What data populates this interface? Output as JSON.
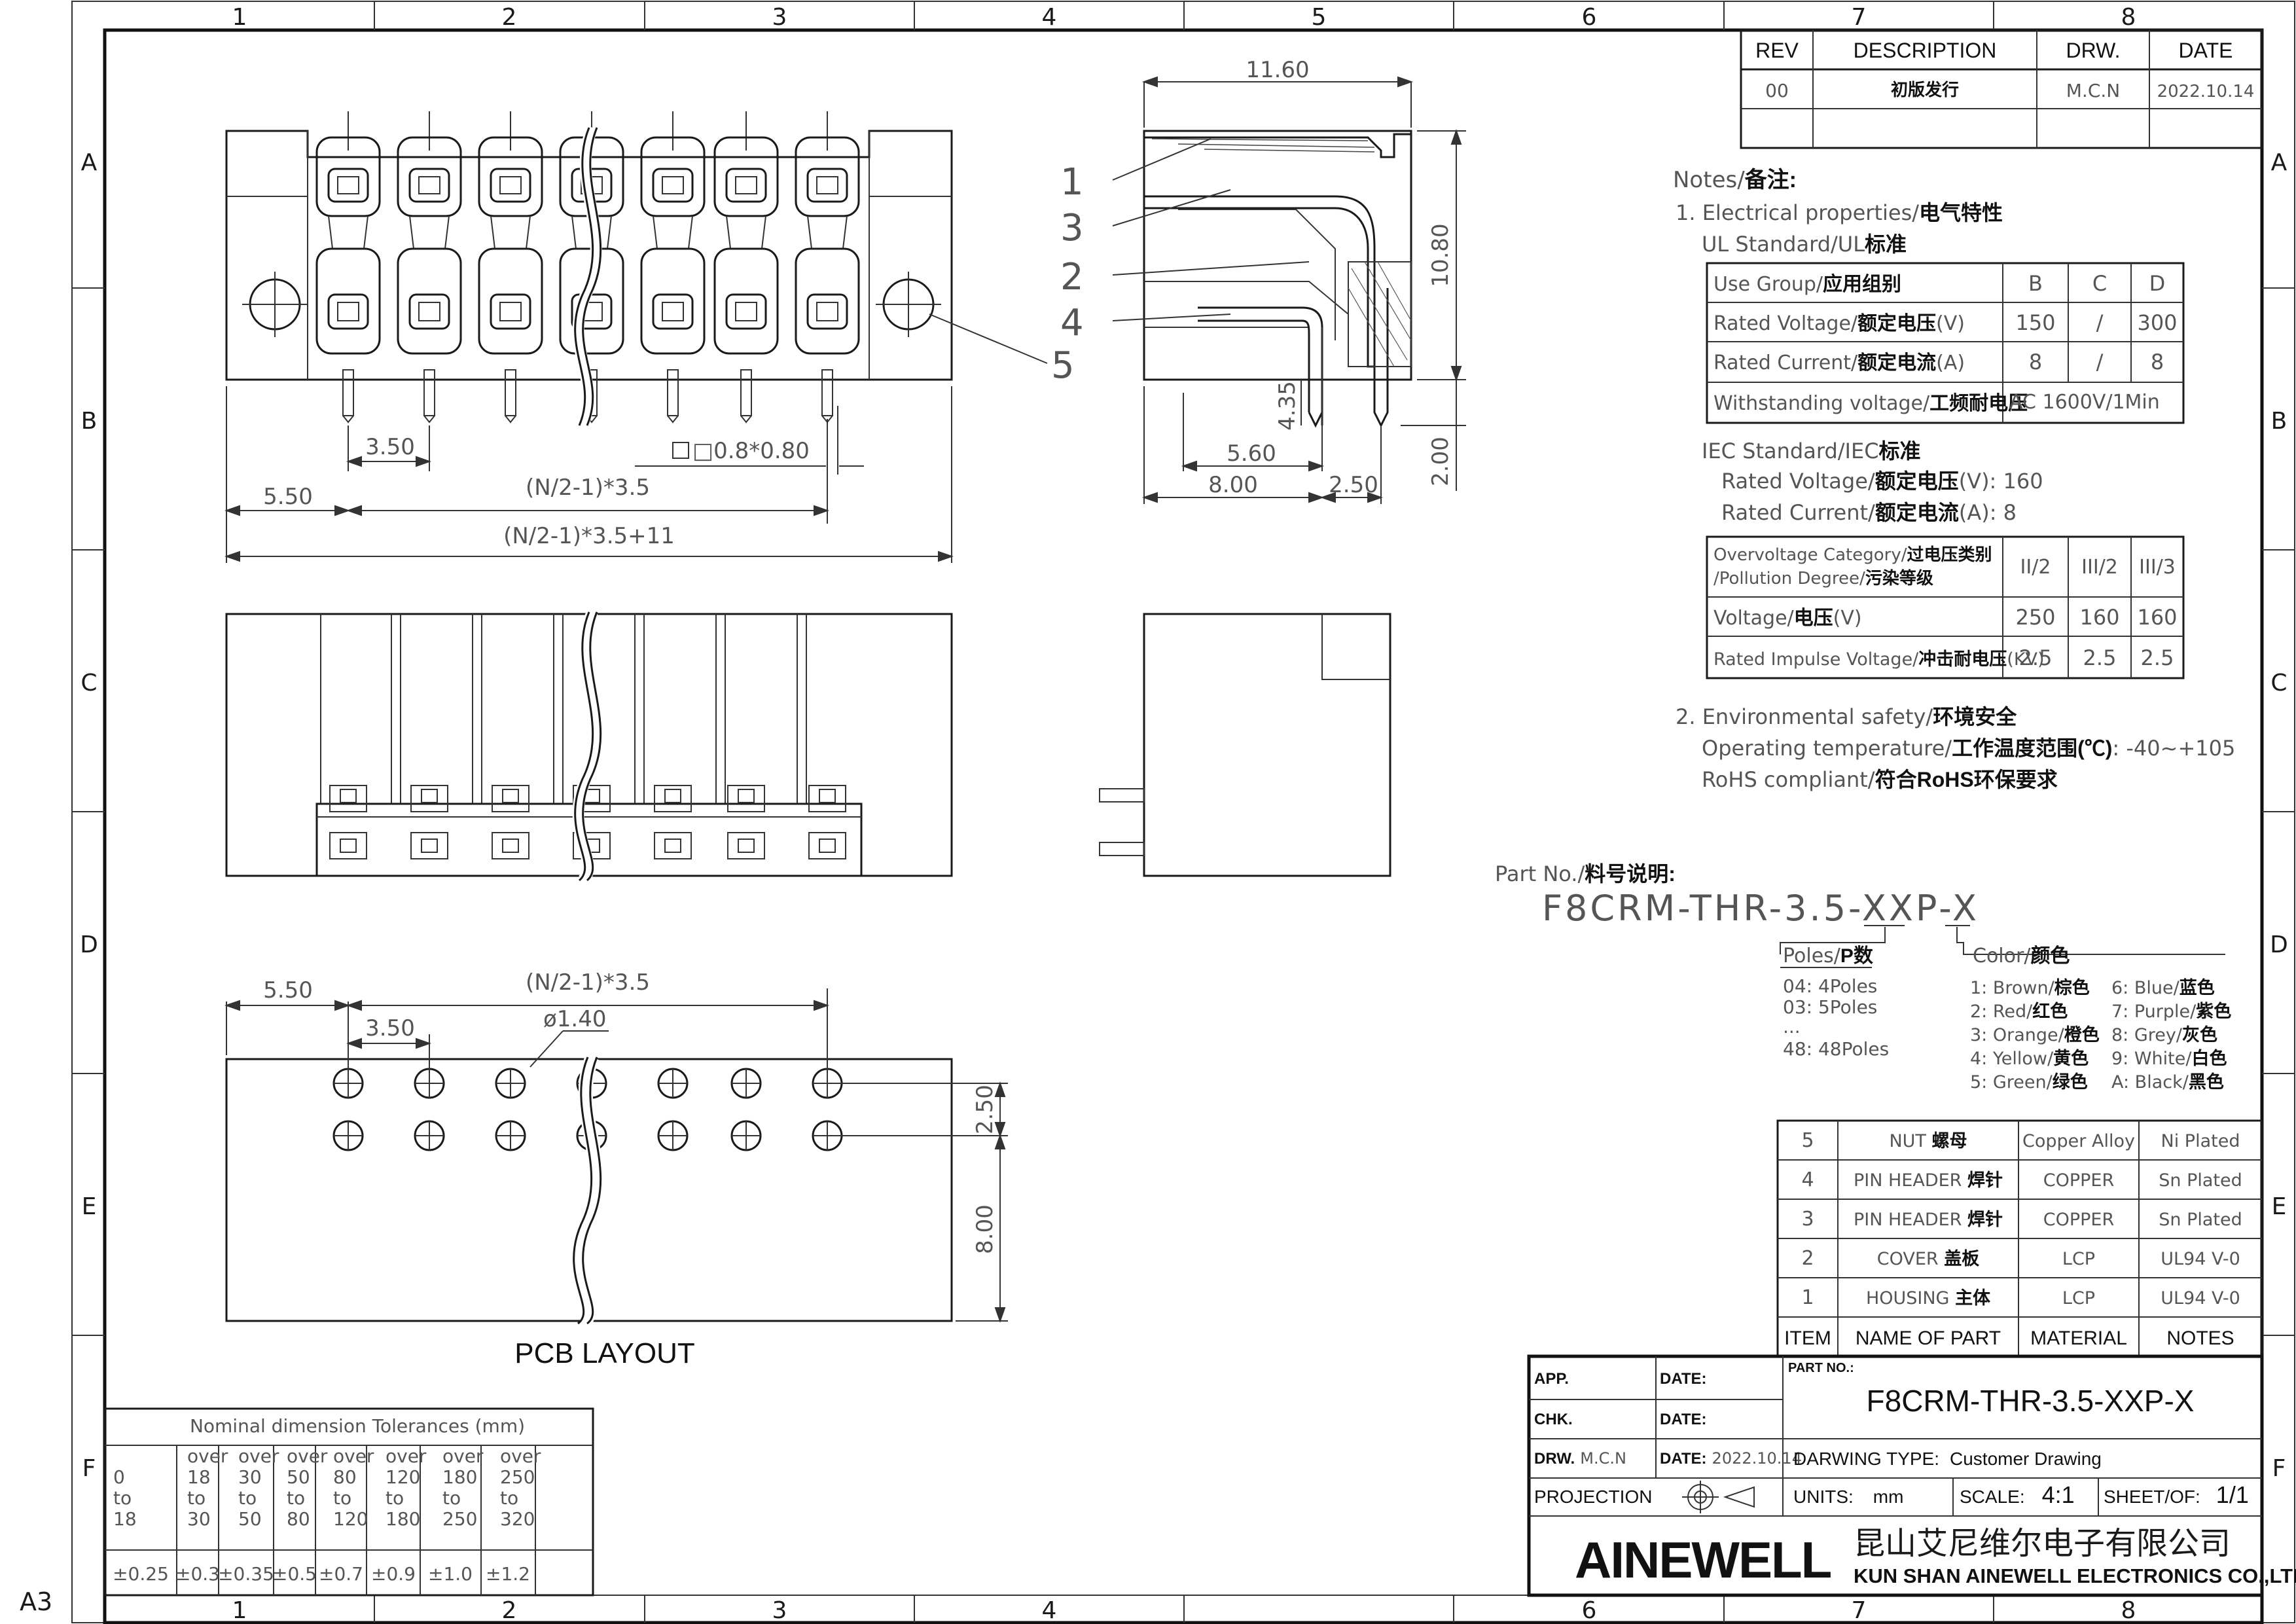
{
  "frame": {
    "col_labels": [
      "1",
      "2",
      "3",
      "4",
      "5",
      "6",
      "7",
      "8"
    ],
    "row_labels": [
      "A",
      "B",
      "C",
      "D",
      "E",
      "F"
    ],
    "sheet_size": "A3"
  },
  "revision_table": {
    "headers": [
      "REV",
      "DESCRIPTION",
      "DRW.",
      "DATE"
    ],
    "row": {
      "rev": "00",
      "description": "初版发行",
      "drw": "M.C.N",
      "date": "2022.10.14"
    }
  },
  "front_view": {
    "dims": {
      "pitch": "3.50",
      "pin": "□0.8*0.80",
      "offset": "5.50",
      "span": "(N/2-1)*3.5",
      "total": "(N/2-1)*3.5+11"
    },
    "callout_5": "5"
  },
  "side_view": {
    "dims": {
      "width": "11.60",
      "height": "10.80",
      "pin_len": "4.35",
      "tail": "2.00",
      "d560": "5.60",
      "d800": "8.00",
      "d250": "2.50"
    },
    "callouts": [
      "1",
      "3",
      "2",
      "4"
    ]
  },
  "pcb_layout": {
    "title": "PCB LAYOUT",
    "dims": {
      "offset": "5.50",
      "span": "(N/2-1)*3.5",
      "pitch": "3.50",
      "hole": "ø1.40",
      "row_pitch": "2.50",
      "depth": "8.00"
    }
  },
  "tolerances": {
    "title": "Nominal  dimension  Tolerances  (mm)",
    "ranges": [
      [
        "0",
        "to",
        "18"
      ],
      [
        "over",
        "18",
        "to",
        "30"
      ],
      [
        "over",
        "30",
        "to",
        "50"
      ],
      [
        "over",
        "50",
        "to",
        "80"
      ],
      [
        "over",
        "80",
        "to",
        "120"
      ],
      [
        "over",
        "120",
        "to",
        "180"
      ],
      [
        "over",
        "180",
        "to",
        "250"
      ],
      [
        "over",
        "250",
        "to",
        "320"
      ]
    ],
    "values": [
      "±0.25",
      "±0.3",
      "±0.35",
      "±0.5",
      "±0.7",
      "±0.9",
      "±1.0",
      "±1.2"
    ]
  },
  "notes": {
    "title": "Notes/",
    "title_cn": "备注:",
    "elec_title": "1. Electrical properties/",
    "elec_title_cn": "电气特性",
    "ul_title": "UL Standard/UL",
    "ul_title_cn": "标准",
    "ul_table": {
      "header": [
        "Use Group/",
        "应用组别",
        "B",
        "C",
        "D"
      ],
      "rows": [
        [
          "Rated Voltage/",
          "额定电压",
          "(V)",
          "150",
          "/",
          "300"
        ],
        [
          "Rated Current/",
          "额定电流",
          "(A)",
          "8",
          "/",
          "8"
        ],
        [
          "Withstanding voltage/",
          "工频耐电压",
          "",
          "AC 1600V/1Min"
        ]
      ]
    },
    "iec_title": "IEC Standard/IEC",
    "iec_title_cn": "标准",
    "iec_voltage": "Rated  Voltage/",
    "iec_voltage_cn": "额定电压",
    "iec_voltage_val": "(V):  160",
    "iec_current": "Rated  Current/",
    "iec_current_cn": "额定电流",
    "iec_current_val": "(A):   8",
    "iec_table": {
      "header_line1": "Overvoltage Category/",
      "header_line1_cn": "过电压类别",
      "header_line2": "/Pollution Degree/",
      "header_line2_cn": "污染等级",
      "cols": [
        "II/2",
        "III/2",
        "III/3"
      ],
      "rows": [
        [
          "Voltage/",
          "电压",
          "(V)",
          "250",
          "160",
          "160"
        ],
        [
          "Rated Impulse Voltage/",
          "冲击耐电压",
          "(KV)",
          "2.5",
          "2.5",
          "2.5"
        ]
      ]
    },
    "env_title": "2. Environmental safety/",
    "env_title_cn": "环境安全",
    "temp": "Operating temperature/",
    "temp_cn": "工作温度范围(℃)",
    "temp_val": ":  -40~+105",
    "rohs": "RoHS compliant/",
    "rohs_cn": "符合RoHS环保要求"
  },
  "part_number": {
    "label": "Part No./",
    "label_cn": "料号说明:",
    "code_prefix": "F8CRM-THR-3.5-",
    "code_xx": "XX",
    "code_p": "P-",
    "code_x": "X",
    "poles_title": "Poles/",
    "poles_title_cn": "P数",
    "poles": [
      "04: 4Poles",
      "03: 5Poles",
      "...",
      "48: 48Poles"
    ],
    "color_title": "Color/",
    "color_title_cn": "颜色",
    "colors": [
      [
        "1: Brown/",
        "棕色"
      ],
      [
        "2: Red/",
        "红色"
      ],
      [
        "3: Orange/",
        "橙色"
      ],
      [
        "4: Yellow/",
        "黄色"
      ],
      [
        "5: Green/",
        "绿色"
      ],
      [
        "6: Blue/",
        "蓝色"
      ],
      [
        "7: Purple/",
        "紫色"
      ],
      [
        "8: Grey/",
        "灰色"
      ],
      [
        "9: White/",
        "白色"
      ],
      [
        "A: Black/",
        "黑色"
      ]
    ]
  },
  "bom": {
    "rows": [
      [
        "5",
        "NUT",
        "螺母",
        "Copper Alloy",
        "Ni Plated"
      ],
      [
        "4",
        "PIN HEADER",
        "焊针",
        "COPPER",
        "Sn Plated"
      ],
      [
        "3",
        "PIN HEADER",
        "焊针",
        "COPPER",
        "Sn Plated"
      ],
      [
        "2",
        "COVER",
        "盖板",
        "LCP",
        "UL94 V-0"
      ],
      [
        "1",
        "HOUSING",
        "主体",
        "LCP",
        "UL94 V-0"
      ]
    ],
    "headers": [
      "ITEM",
      "NAME  OF  PART",
      "MATERIAL",
      "NOTES"
    ]
  },
  "title_block": {
    "app": "APP.",
    "chk": "CHK.",
    "drw": "DRW.",
    "drw_name": "M.C.N",
    "date": "DATE:",
    "date_val": "2022.10.14",
    "projection": "PROJECTION",
    "part_no_label": "PART NO.:",
    "part_no": "F8CRM-THR-3.5-XXP-X",
    "drawing_type_label": "DARWING TYPE:",
    "drawing_type": "Customer Drawing",
    "units_label": "UNITS:",
    "units": "mm",
    "scale_label": "SCALE:",
    "scale": "4:1",
    "sheet_label": "SHEET/OF:",
    "sheet": "1/1",
    "logo": "AINEWELL",
    "company_cn": "昆山艾尼维尔电子有限公司",
    "company_en": "KUN SHAN AINEWELL ELECTRONICS CO.,LTD"
  }
}
